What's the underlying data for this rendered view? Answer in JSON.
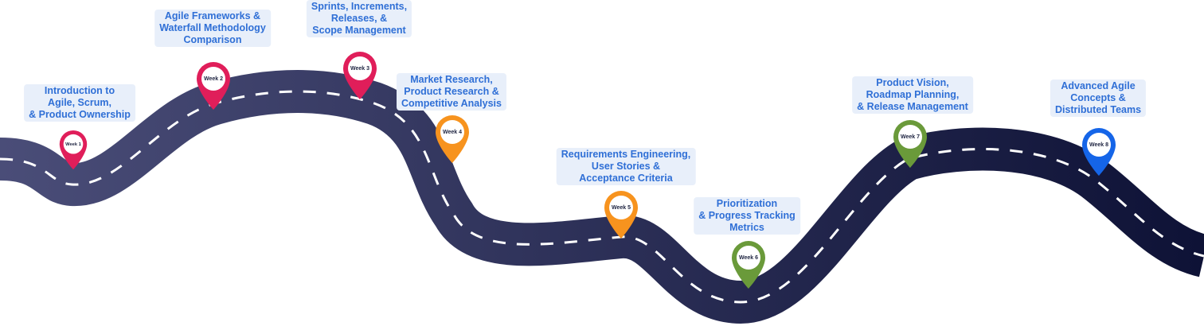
{
  "colors": {
    "road_light": "#4a4d78",
    "road_dark": "#0e1236",
    "dashes": "#ffffff",
    "label_text": "#2f6fd6",
    "label_bg": "#e8effa"
  },
  "milestones": [
    {
      "week": "Week 1",
      "color": "#e01e5a",
      "label_lines": [
        "Introduction to",
        "Agile, Scrum,",
        "& Product Ownership"
      ]
    },
    {
      "week": "Week 2",
      "color": "#e01e5a",
      "label_lines": [
        "Agile Frameworks &",
        "Waterfall Methodology",
        "Comparison"
      ]
    },
    {
      "week": "Week 3",
      "color": "#e01e5a",
      "label_lines": [
        "Sprints, Increments,",
        "Releases, &",
        "Scope Management"
      ]
    },
    {
      "week": "Week 4",
      "color": "#f7931e",
      "label_lines": [
        "Market Research,",
        "Product Research &",
        "Competitive Analysis"
      ]
    },
    {
      "week": "Week 5",
      "color": "#f7931e",
      "label_lines": [
        "Requirements Engineering,",
        "User Stories &",
        "Acceptance Criteria"
      ]
    },
    {
      "week": "Week 6",
      "color": "#6a9a3a",
      "label_lines": [
        "Prioritization",
        "& Progress Tracking",
        "Metrics"
      ]
    },
    {
      "week": "Week 7",
      "color": "#6a9a3a",
      "label_lines": [
        "Product Vision,",
        "Roadmap Planning,",
        "& Release Management"
      ]
    },
    {
      "week": "Week 8",
      "color": "#1565e8",
      "label_lines": [
        "Advanced Agile",
        "Concepts &",
        "Distributed Teams"
      ]
    }
  ]
}
